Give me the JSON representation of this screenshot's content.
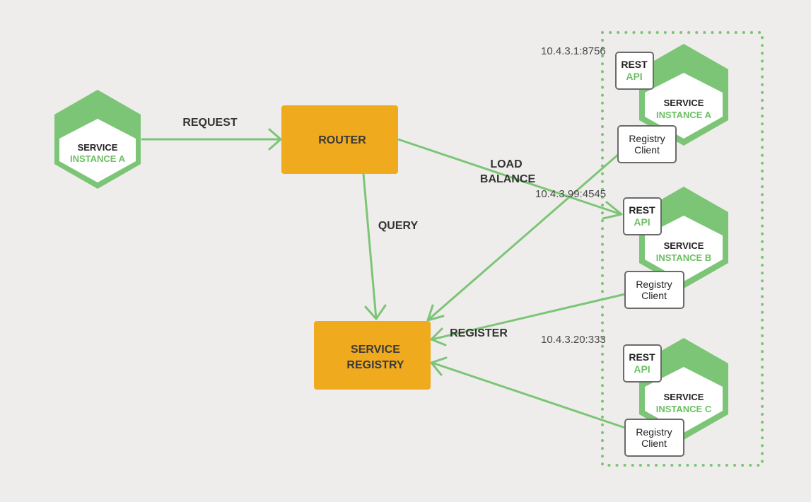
{
  "colors": {
    "background": "#eeedeb",
    "green": "#7cc576",
    "green_text": "#6cbf63",
    "orange": "#f0aa1e",
    "dark_text": "#333333"
  },
  "client_service": {
    "line1": "SERVICE",
    "line2": "INSTANCE A"
  },
  "router": {
    "label": "ROUTER"
  },
  "registry": {
    "line1": "SERVICE",
    "line2": "REGISTRY"
  },
  "edges": {
    "request": "REQUEST",
    "query": "QUERY",
    "load_balance_1": "LOAD",
    "load_balance_2": "BALANCE",
    "register": "REGISTER"
  },
  "instances": [
    {
      "ip": "10.4.3.1:8756",
      "service_line1": "SERVICE",
      "service_line2": "INSTANCE A",
      "rest_line1": "REST",
      "rest_line2": "API",
      "client_line1": "Registry",
      "client_line2": "Client"
    },
    {
      "ip": "10.4.3.99:4545",
      "service_line1": "SERVICE",
      "service_line2": "INSTANCE B",
      "rest_line1": "REST",
      "rest_line2": "API",
      "client_line1": "Registry",
      "client_line2": "Client"
    },
    {
      "ip": "10.4.3.20:333",
      "service_line1": "SERVICE",
      "service_line2": "INSTANCE C",
      "rest_line1": "REST",
      "rest_line2": "API",
      "client_line1": "Registry",
      "client_line2": "Client"
    }
  ]
}
